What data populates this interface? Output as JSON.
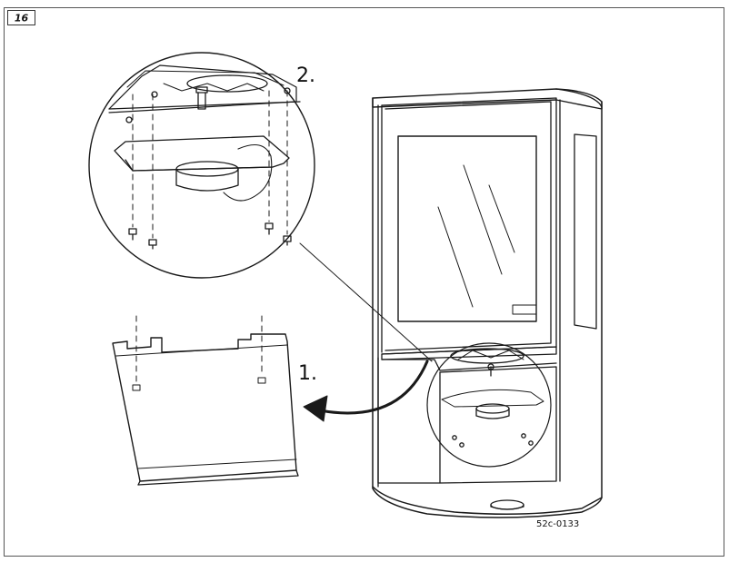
{
  "figure": {
    "step_number": "16",
    "drawing_code": "52c-0133"
  },
  "steps": [
    {
      "label": "1.",
      "action": "remove lower front panel"
    },
    {
      "label": "2.",
      "action": "unscrew mounting bracket"
    }
  ],
  "colors": {
    "line": "#1a1a1a",
    "background": "#ffffff",
    "frame": "#555555"
  }
}
